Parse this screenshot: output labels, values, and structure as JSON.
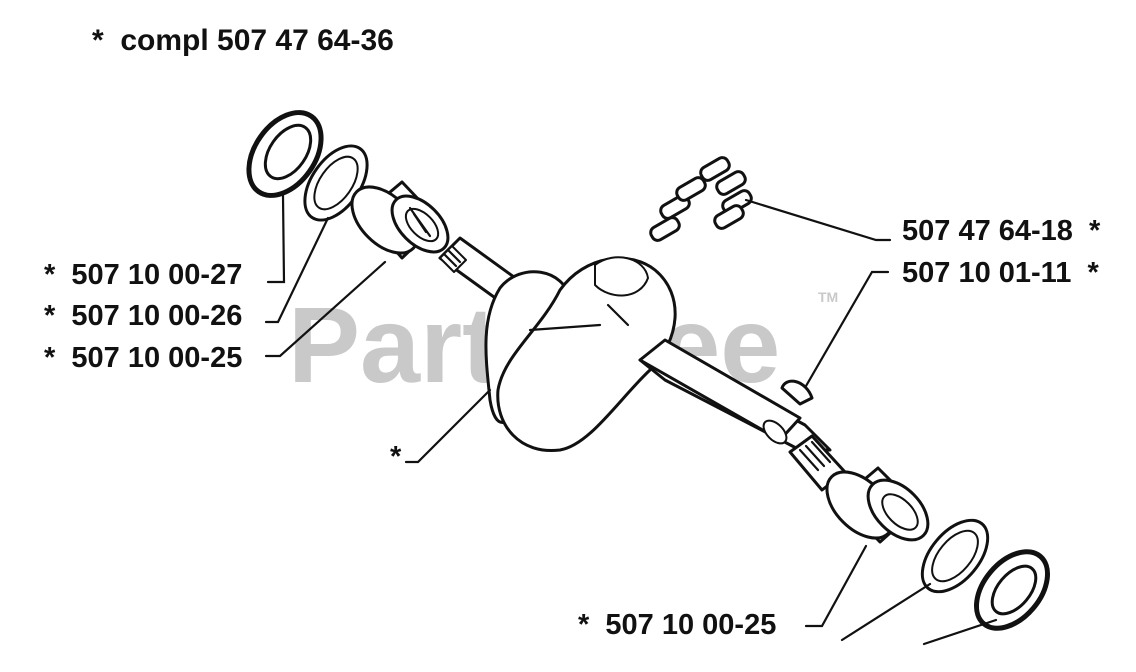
{
  "header": {
    "assembly_label": "*  compl 507 47 64-36"
  },
  "watermark": {
    "text": "PartsTree",
    "tm": "TM"
  },
  "callouts": {
    "seal_left": "*  507 10 00-27",
    "washer_left": "*  507 10 00-26",
    "bearing_left": "*  507 10 00-25",
    "crankshaft": "*",
    "needle_rollers": "507 47 64-18  *",
    "woodruff_key": "507 10 01-11  *",
    "bearing_right": "*  507 10 00-25"
  },
  "colors": {
    "ink": "#111111",
    "watermark": "#c9c9c9",
    "background": "#ffffff"
  }
}
